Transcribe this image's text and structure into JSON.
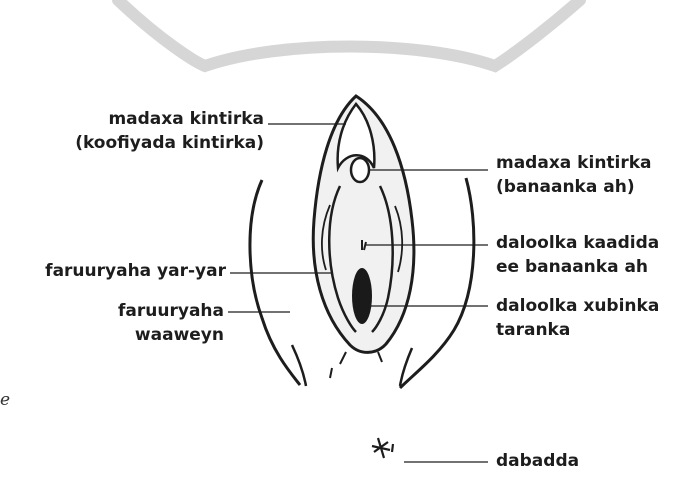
{
  "labels": {
    "clitoral_hood_1": "madaxa kintirka",
    "clitoral_hood_2": "(koofiyada kintirka)",
    "glans_1": "madaxa kintirka",
    "glans_2": "(banaanka ah)",
    "urethra_1": "daloolka kaadida",
    "urethra_2": "ee banaanka ah",
    "labia_minora": "faruuryaha yar-yar",
    "labia_majora_1": "faruuryaha",
    "labia_majora_2": "waaweyn",
    "vaginal_1": "daloolka xubinka",
    "vaginal_2": "taranka",
    "anus": "dabadda"
  },
  "edge_text": "e",
  "colors": {
    "ink": "#1d1d1d",
    "fill_light": "#f1f1f1",
    "band": "#d9d9d9"
  }
}
